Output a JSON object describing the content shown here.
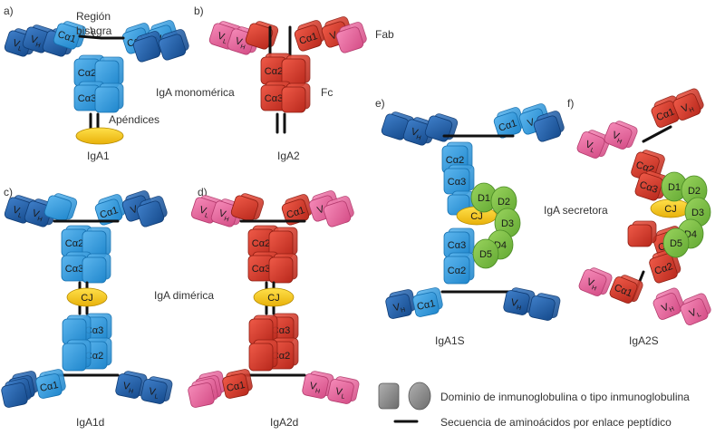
{
  "panels": {
    "a": {
      "letter": "a)",
      "name": "IgA1"
    },
    "b": {
      "letter": "b)",
      "name": "IgA2"
    },
    "c": {
      "letter": "c)",
      "name": "IgA1d"
    },
    "d": {
      "letter": "d)",
      "name": "IgA2d"
    },
    "e": {
      "letter": "e)",
      "name": "IgA1S"
    },
    "f": {
      "letter": "f)",
      "name": "IgA2S"
    }
  },
  "annotations": {
    "hinge_line1": "Región",
    "hinge_line2": "bisagra",
    "tailpiece": "Apéndices",
    "monomeric": "IgA monomérica",
    "fab": "Fab",
    "fc": "Fc",
    "dimeric": "IgA dimérica",
    "secretory": "IgA secretora"
  },
  "domains": {
    "vl": "V",
    "vl_sub": "L",
    "vh": "V",
    "vh_sub": "H",
    "ca1": "Cα1",
    "ca2": "Cα2",
    "ca3": "Cα3",
    "j_chain": "CJ",
    "sc": [
      "D1",
      "D2",
      "D3",
      "D4",
      "D5"
    ]
  },
  "legend": {
    "domain": "Dominio de inmunoglobulina o tipo inmunoglobulina",
    "peptide": "Secuencia de aminoácidos por enlace peptídico"
  },
  "colors": {
    "iga1_dark": "#1e5fa8",
    "iga1_light": "#3399dd",
    "iga2_red": "#d93a2b",
    "iga2_pink": "#e8669a",
    "j_chain": "#f5c518",
    "secretory": "#7cc242",
    "legend_gray": "#8a8a8a"
  }
}
